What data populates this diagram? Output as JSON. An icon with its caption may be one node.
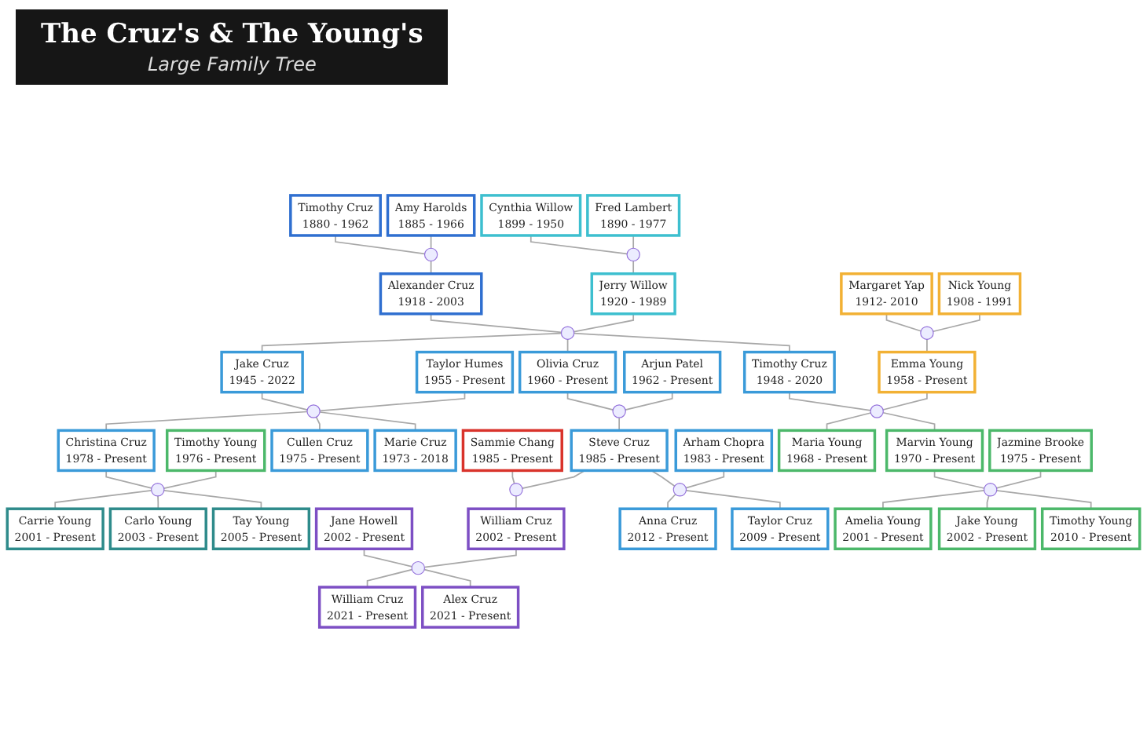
{
  "diagram": {
    "title": "The Cruz's & The Young's",
    "nodes": [
      {
        "text": [
          "Timothy Cruz",
          "1880 - 1962"
        ]
      },
      {
        "text": [],
        "shape": "heart"
      },
      {
        "text": [
          "Amy Harolds",
          "1885 - 1966"
        ]
      },
      {
        "text": [
          "Cynthia Willow",
          "1899 - 1950"
        ]
      },
      {
        "text": [],
        "shape": "heart"
      },
      {
        "text": [
          "Fred Lambert",
          "1890 - 1977"
        ]
      },
      {
        "text": [
          "Alexander Cruz",
          "1918 - 2003"
        ]
      },
      {
        "text": [],
        "shape": "heart"
      },
      {
        "text": [
          "Jerry Willow",
          "1920 - 1989"
        ]
      },
      {
        "text": [
          "Margaret Yap",
          "1912- 2010"
        ]
      },
      {
        "text": [],
        "shape": "heart"
      },
      {
        "text": [
          "Nick Young",
          "1908 - 1991"
        ]
      },
      {
        "text": [
          "Jake Cruz",
          "1945 - 2022"
        ]
      },
      {
        "text": [],
        "shape": "heart"
      },
      {
        "text": [
          "Taylor Humes",
          "1955 - Present"
        ]
      },
      {
        "text": [
          "Olivia Cruz",
          "1960 - Present"
        ]
      },
      {
        "text": [],
        "shape": "heart"
      },
      {
        "text": [
          "Arjun Patel",
          "1962 - Present"
        ]
      },
      {
        "text": [
          "Timothy Cruz",
          "1948 - 2020"
        ]
      },
      {
        "text": [],
        "shape": "heart"
      },
      {
        "text": [
          "Emma Young",
          "1958 - Present"
        ]
      },
      {
        "text": [
          "Christina Cruz",
          "1978 - Present"
        ]
      },
      {
        "text": [],
        "shape": "heart"
      },
      {
        "text": [
          "Timothy Young",
          "1976 - Present"
        ]
      },
      {
        "text": [
          "Cullen Cruz",
          "1975 - Present"
        ]
      },
      {
        "text": [
          "Marie Cruz",
          "1973 - 2018"
        ]
      },
      {
        "text": [
          "Sammie Chang",
          "1985 - Present"
        ]
      },
      {
        "text": [],
        "shape": "heart"
      },
      {
        "text": [
          "Steve Cruz",
          "1985 - Present"
        ]
      },
      {
        "text": [],
        "shape": "heart"
      },
      {
        "text": [
          "Arham Chopra",
          "1983 - Present"
        ]
      },
      {
        "text": [
          "Maria Young",
          "1968 - Present"
        ]
      },
      {
        "text": [
          "Marvin Young",
          "1970 - Present"
        ]
      },
      {
        "text": [],
        "shape": "heart"
      },
      {
        "text": [
          "Jazmine Brooke",
          "1975 - Present"
        ]
      },
      {
        "text": [
          "Carrie Young",
          "2001 - Present"
        ]
      },
      {
        "text": [
          "Carlo Young",
          "2003 - Present"
        ]
      },
      {
        "text": [
          "Tay Young",
          "2005 - Present"
        ]
      },
      {
        "text": [
          "Jane Howell",
          "2002 - Present"
        ]
      },
      {
        "text": [],
        "shape": "heart"
      },
      {
        "text": [
          "William Cruz",
          "2002 - Present"
        ]
      },
      {
        "text": [
          "Anna Cruz",
          "2012 - Present"
        ]
      },
      {
        "text": [
          "Taylor Cruz",
          "2009 - Present"
        ]
      },
      {
        "text": [
          "Amelia Young",
          "2001 - Present"
        ]
      },
      {
        "text": [
          "Jake Young",
          "2002 - Present"
        ]
      },
      {
        "text": [
          "Timothy Young",
          "2010 - Present"
        ]
      },
      {
        "text": [
          "William Cruz",
          "2021 - Present"
        ]
      },
      {
        "text": [
          "Alex Cruz",
          "2021 - Present"
        ]
      }
    ],
    "edges": [
      {
        "from": 0,
        "to": 1,
        "arrow": "none"
      },
      {
        "from": 2,
        "to": 1,
        "arrow": "none"
      },
      {
        "from": 1,
        "to": 6,
        "arrow": "none"
      },
      {
        "from": 3,
        "to": 4,
        "arrow": "none"
      },
      {
        "from": 5,
        "to": 4,
        "arrow": "none"
      },
      {
        "from": 4,
        "to": 8,
        "arrow": "none"
      },
      {
        "from": 6,
        "to": 7,
        "arrow": "none"
      },
      {
        "from": 8,
        "to": 7,
        "arrow": "none"
      },
      {
        "from": 9,
        "to": 10,
        "arrow": "none"
      },
      {
        "from": 11,
        "to": 10,
        "arrow": "none"
      },
      {
        "from": 7,
        "to": 12,
        "arrow": "none"
      },
      {
        "from": 7,
        "to": 15,
        "arrow": "none"
      },
      {
        "from": 7,
        "to": 18,
        "arrow": "none"
      },
      {
        "from": 10,
        "to": 20,
        "arrow": "none"
      },
      {
        "from": 12,
        "to": 13,
        "arrow": "none"
      },
      {
        "from": 14,
        "to": 13,
        "arrow": "none"
      },
      {
        "from": 15,
        "to": 16,
        "arrow": "none"
      },
      {
        "from": 17,
        "to": 16,
        "arrow": "none"
      },
      {
        "from": 18,
        "to": 19,
        "arrow": "none"
      },
      {
        "from": 20,
        "to": 19,
        "arrow": "none"
      },
      {
        "from": 13,
        "to": 21,
        "arrow": "none"
      },
      {
        "from": 13,
        "to": 24,
        "arrow": "none"
      },
      {
        "from": 13,
        "to": 25,
        "arrow": "none"
      },
      {
        "from": 16,
        "to": 28,
        "arrow": "none"
      },
      {
        "from": 19,
        "to": 31,
        "arrow": "none"
      },
      {
        "from": 19,
        "to": 32,
        "arrow": "none"
      },
      {
        "from": 21,
        "to": 22,
        "arrow": "none"
      },
      {
        "from": 23,
        "to": 22,
        "arrow": "none"
      },
      {
        "from": 26,
        "to": 27,
        "arrow": "none"
      },
      {
        "from": 28,
        "to": 27,
        "arrow": "none"
      },
      {
        "from": 28,
        "to": 29,
        "arrow": "none"
      },
      {
        "from": 30,
        "to": 29,
        "arrow": "none"
      },
      {
        "from": 32,
        "to": 33,
        "arrow": "none"
      },
      {
        "from": 34,
        "to": 33,
        "arrow": "none"
      },
      {
        "from": 22,
        "to": 35,
        "arrow": "none"
      },
      {
        "from": 22,
        "to": 36,
        "arrow": "none"
      },
      {
        "from": 22,
        "to": 37,
        "arrow": "none"
      },
      {
        "from": 27,
        "to": 40,
        "arrow": "none"
      },
      {
        "from": 29,
        "to": 41,
        "arrow": "none"
      },
      {
        "from": 29,
        "to": 42,
        "arrow": "none"
      },
      {
        "from": 33,
        "to": 43,
        "arrow": "none"
      },
      {
        "from": 33,
        "to": 44,
        "arrow": "none"
      },
      {
        "from": 33,
        "to": 45,
        "arrow": "none"
      },
      {
        "from": 38,
        "to": 39,
        "arrow": "none"
      },
      {
        "from": 40,
        "to": 39,
        "arrow": "none"
      },
      {
        "from": 39,
        "to": 46,
        "arrow": "none"
      },
      {
        "from": 39,
        "to": 47,
        "arrow": "none"
      }
    ],
    "labels": [
      "Large Family Tree"
    ]
  }
}
